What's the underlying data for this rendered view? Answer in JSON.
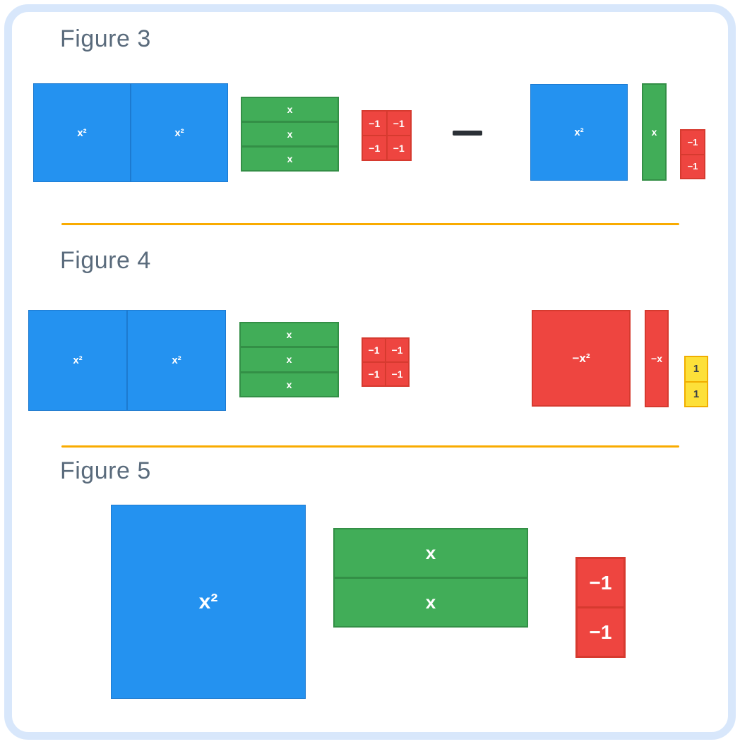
{
  "colors": {
    "frame": "#d8e7fb",
    "heading_text": "#5a6b7c",
    "divider": "#f9ab00",
    "blue_tile": "#2492f0",
    "blue_border": "#1d7ad0",
    "green_tile": "#41ad58",
    "green_border": "#338f46",
    "red_tile": "#ee4540",
    "red_border": "#d63a2f",
    "yellow_tile": "#fde039",
    "yellow_border": "#f0ae00",
    "minus_operator": "#2b3036"
  },
  "figures": [
    {
      "title": "Figure 3",
      "blue_pair": [
        "x²",
        "x²"
      ],
      "green_stack": [
        "x",
        "x",
        "x"
      ],
      "red_grid": [
        "−1",
        "−1",
        "−1",
        "−1"
      ],
      "operator": "minus",
      "result_blue": "x²",
      "result_green": "x",
      "result_red": [
        "−1",
        "−1"
      ]
    },
    {
      "title": "Figure 4",
      "blue_pair": [
        "x²",
        "x²"
      ],
      "green_stack": [
        "x",
        "x",
        "x"
      ],
      "red_grid": [
        "−1",
        "−1",
        "−1",
        "−1"
      ],
      "red_square": "−x²",
      "red_bar": "−x",
      "yellow_col": [
        "1",
        "1"
      ]
    },
    {
      "title": "Figure 5",
      "blue_square": "x²",
      "green_stack": [
        "x",
        "x"
      ],
      "red_col": [
        "−1",
        "−1"
      ]
    }
  ]
}
